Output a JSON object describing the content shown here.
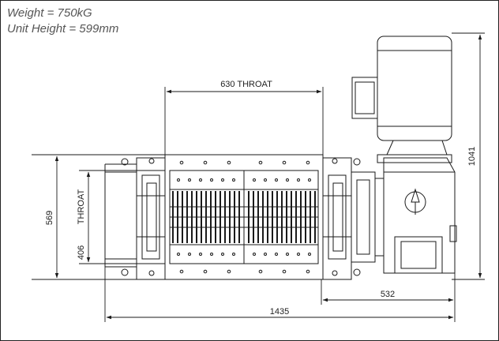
{
  "specs": {
    "weight": "Weight = 750kG",
    "unit_height": "Unit Height = 599mm"
  },
  "dimensions": {
    "throat_width": "630 THROAT",
    "overall_height": "1041",
    "body_height": "569",
    "throat_height_value": "406",
    "throat_height_label": "THROAT",
    "motor_section_length": "532",
    "overall_length": "1435"
  },
  "colors": {
    "line": "#1a1a1a",
    "spec_text": "#555555",
    "background": "#ffffff"
  }
}
